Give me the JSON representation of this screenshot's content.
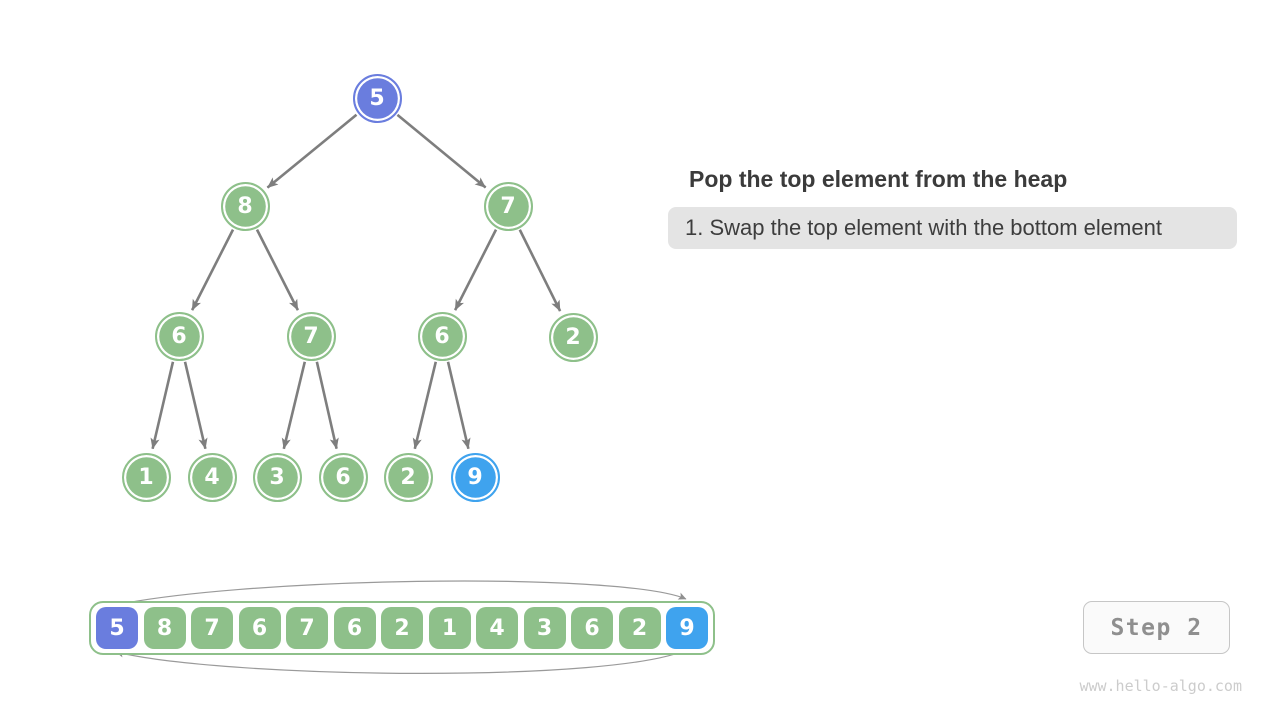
{
  "panel": {
    "title": "Pop the top element from the heap",
    "step_note": "1. Swap the top element with the bottom element"
  },
  "step_indicator": {
    "label": "Step 2"
  },
  "watermark": "www.hello-algo.com",
  "tree": {
    "nodes": [
      {
        "value": "5",
        "variant": "purple"
      },
      {
        "value": "8",
        "variant": "green"
      },
      {
        "value": "7",
        "variant": "green"
      },
      {
        "value": "6",
        "variant": "green"
      },
      {
        "value": "7",
        "variant": "green"
      },
      {
        "value": "6",
        "variant": "green"
      },
      {
        "value": "2",
        "variant": "green"
      },
      {
        "value": "1",
        "variant": "green"
      },
      {
        "value": "4",
        "variant": "green"
      },
      {
        "value": "3",
        "variant": "green"
      },
      {
        "value": "6",
        "variant": "green"
      },
      {
        "value": "2",
        "variant": "green"
      },
      {
        "value": "9",
        "variant": "blue"
      }
    ],
    "edges": [
      [
        0,
        1
      ],
      [
        0,
        2
      ],
      [
        1,
        3
      ],
      [
        1,
        4
      ],
      [
        2,
        5
      ],
      [
        2,
        6
      ],
      [
        3,
        7
      ],
      [
        3,
        8
      ],
      [
        4,
        9
      ],
      [
        4,
        10
      ],
      [
        5,
        11
      ],
      [
        5,
        12
      ]
    ]
  },
  "array": {
    "cells": [
      {
        "value": "5",
        "variant": "purple"
      },
      {
        "value": "8",
        "variant": "green"
      },
      {
        "value": "7",
        "variant": "green"
      },
      {
        "value": "6",
        "variant": "green"
      },
      {
        "value": "7",
        "variant": "green"
      },
      {
        "value": "6",
        "variant": "green"
      },
      {
        "value": "2",
        "variant": "green"
      },
      {
        "value": "1",
        "variant": "green"
      },
      {
        "value": "4",
        "variant": "green"
      },
      {
        "value": "3",
        "variant": "green"
      },
      {
        "value": "6",
        "variant": "green"
      },
      {
        "value": "2",
        "variant": "green"
      },
      {
        "value": "9",
        "variant": "blue"
      }
    ]
  },
  "colors": {
    "node_green": "#8ec08a",
    "node_purple": "#6a7dde",
    "node_blue": "#3fa3ee",
    "edge_gray": "#7e7e7e",
    "swap_arrow_gray": "#8f8f8f"
  }
}
